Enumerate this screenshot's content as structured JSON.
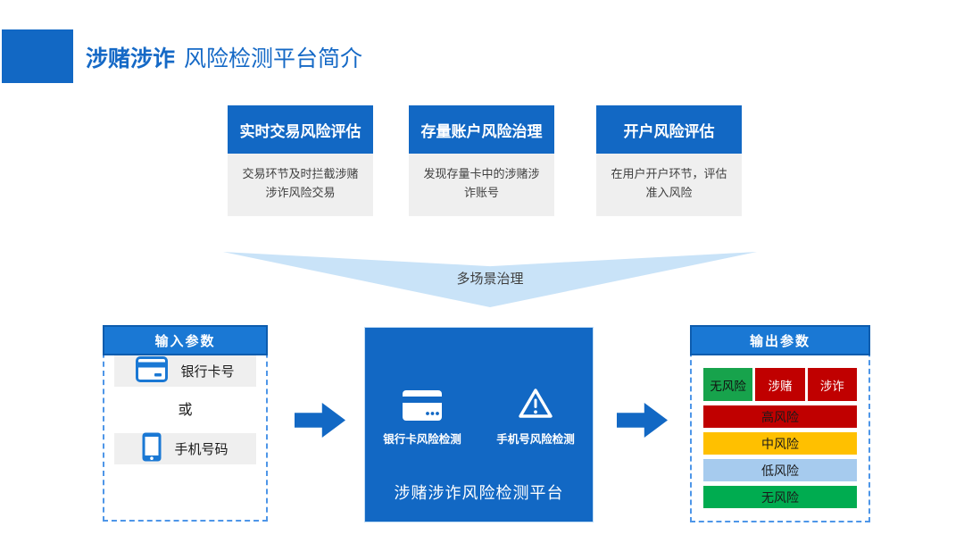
{
  "header": {
    "title_bold": "涉赌涉诈",
    "title_rest": "风险检测平台简介"
  },
  "top_cards": [
    {
      "title": "实时交易风险评估",
      "desc": "交易环节及时拦截涉赌涉诈风险交易"
    },
    {
      "title": "存量账户风险治理",
      "desc": "发现存量卡中的涉赌涉诈账号"
    },
    {
      "title": "开户风险评估",
      "desc": "在用户开户环节，评估准入风险"
    }
  ],
  "funnel": {
    "label": "多场景治理"
  },
  "input_panel": {
    "title": "输入参数",
    "item_card": {
      "icon": "bank-card-icon",
      "label": "银行卡号"
    },
    "or_label": "或",
    "item_phone": {
      "icon": "smartphone-icon",
      "label": "手机号码"
    }
  },
  "platform": {
    "module_card": {
      "icon": "bank-card-icon",
      "label": "银行卡风险检测"
    },
    "module_phone": {
      "icon": "warning-triangle-icon",
      "label": "手机号风险检测"
    },
    "title": "涉赌涉诈风险检测平台"
  },
  "output_panel": {
    "title": "输出参数",
    "tags": [
      {
        "label": "无风险",
        "bg": "#17A34C",
        "fg": "#111111"
      },
      {
        "label": "涉赌",
        "bg": "#C00000",
        "fg": "#FFFFFF"
      },
      {
        "label": "涉诈",
        "bg": "#C00000",
        "fg": "#FFFFFF"
      }
    ],
    "levels": [
      {
        "label": "高风险",
        "bg": "#C00000",
        "fg": "#1A1A1A"
      },
      {
        "label": "中风险",
        "bg": "#FFC000",
        "fg": "#1A1A1A"
      },
      {
        "label": "低风险",
        "bg": "#A6CBEE",
        "fg": "#1A1A1A"
      },
      {
        "label": "无风险",
        "bg": "#00AC50",
        "fg": "#1A1A1A"
      }
    ]
  },
  "colors": {
    "primary_blue": "#1268C4",
    "panel_header_blue": "#1A78D4",
    "dashed_border_blue": "#4E96E8",
    "funnel_light_blue": "#C9E3F8",
    "body_gray": "#EFEFEF",
    "risk_red": "#C00000",
    "risk_yellow": "#FFC000",
    "risk_light_blue": "#A6CBEE",
    "risk_green": "#00AC50",
    "tag_green": "#17A34C"
  }
}
